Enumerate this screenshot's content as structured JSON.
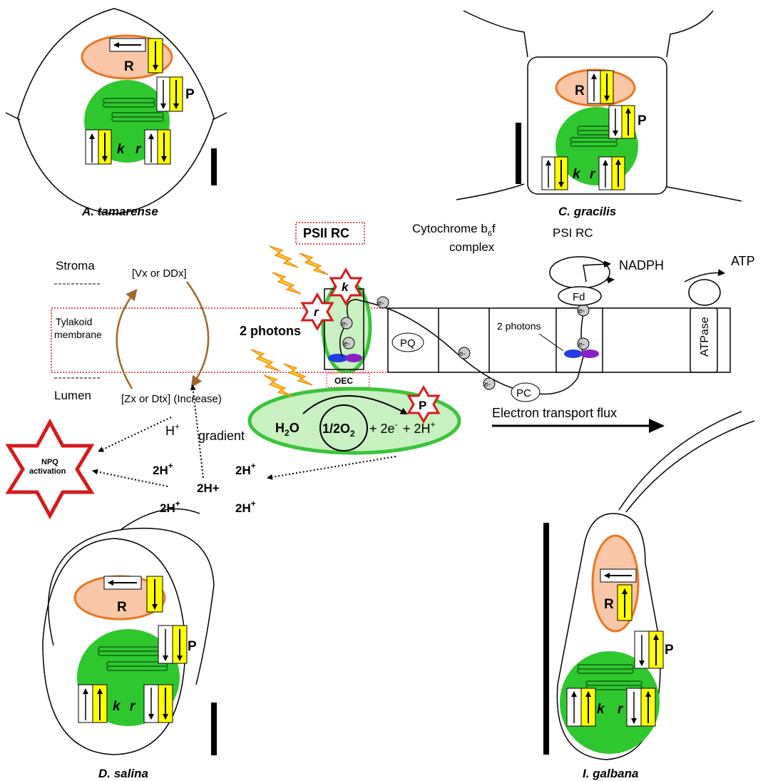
{
  "species": {
    "tamarense": "A. tamarense",
    "gracilis": "C. gracilis",
    "salina": "D. salina",
    "galbana": "I. galbana"
  },
  "cell_labels": {
    "R": "R",
    "P": "P",
    "k": "k",
    "r": "r"
  },
  "labels": {
    "psii_rc": "PSII RC",
    "cytb6f_line1": "Cytochrome b",
    "cytb6f_sub": "6",
    "cytb6f_f": "f",
    "cytb6f_line2": "complex",
    "psi_rc": "PSI RC",
    "nadph": "NADPH",
    "atp": "ATP",
    "fd": "Fd",
    "stroma": "Stroma",
    "lumen": "Lumen",
    "membrane_line1": "Tylakoid",
    "membrane_line2": "membrane",
    "vx": "[Vx or DDx]",
    "zx": "[Zx or Dtx] (Increase)",
    "photons_psii": "2 photons",
    "photons_psi": "2 photons",
    "pq": "PQ",
    "pc": "PC",
    "atpase": "ATPase",
    "oec": "OEC",
    "electron_flux": "Electron transport flux",
    "h_plus": "H",
    "plus": "+",
    "gradient": "gradient",
    "two_h": "2H",
    "water_h": "H",
    "water_2": "2",
    "water_o": "O",
    "half_o2": "1/2O",
    "o2_sub": "2",
    "plus_2e": "+ 2e",
    "minus": "-",
    "plus_2h": "+ 2H",
    "npq_line1": "NPQ",
    "npq_line2": "activation",
    "e_minus": "e-",
    "star_k": "k",
    "star_r": "r",
    "star_p": "P"
  },
  "colors": {
    "nucleus_fill": "#f9c6a7",
    "nucleus_stroke": "#e87722",
    "chloroplast": "#2ec82e",
    "yellow": "#ffff00",
    "red": "#d7191c",
    "brown": "#a0682a",
    "psii_green": "#3ac43a",
    "oec_fill": "#c8f0c0",
    "flash_fill": "#ffd21f",
    "flash_stroke": "#f29018",
    "p680_blue": "#1f3de0",
    "p680_purple": "#8a20c8"
  }
}
